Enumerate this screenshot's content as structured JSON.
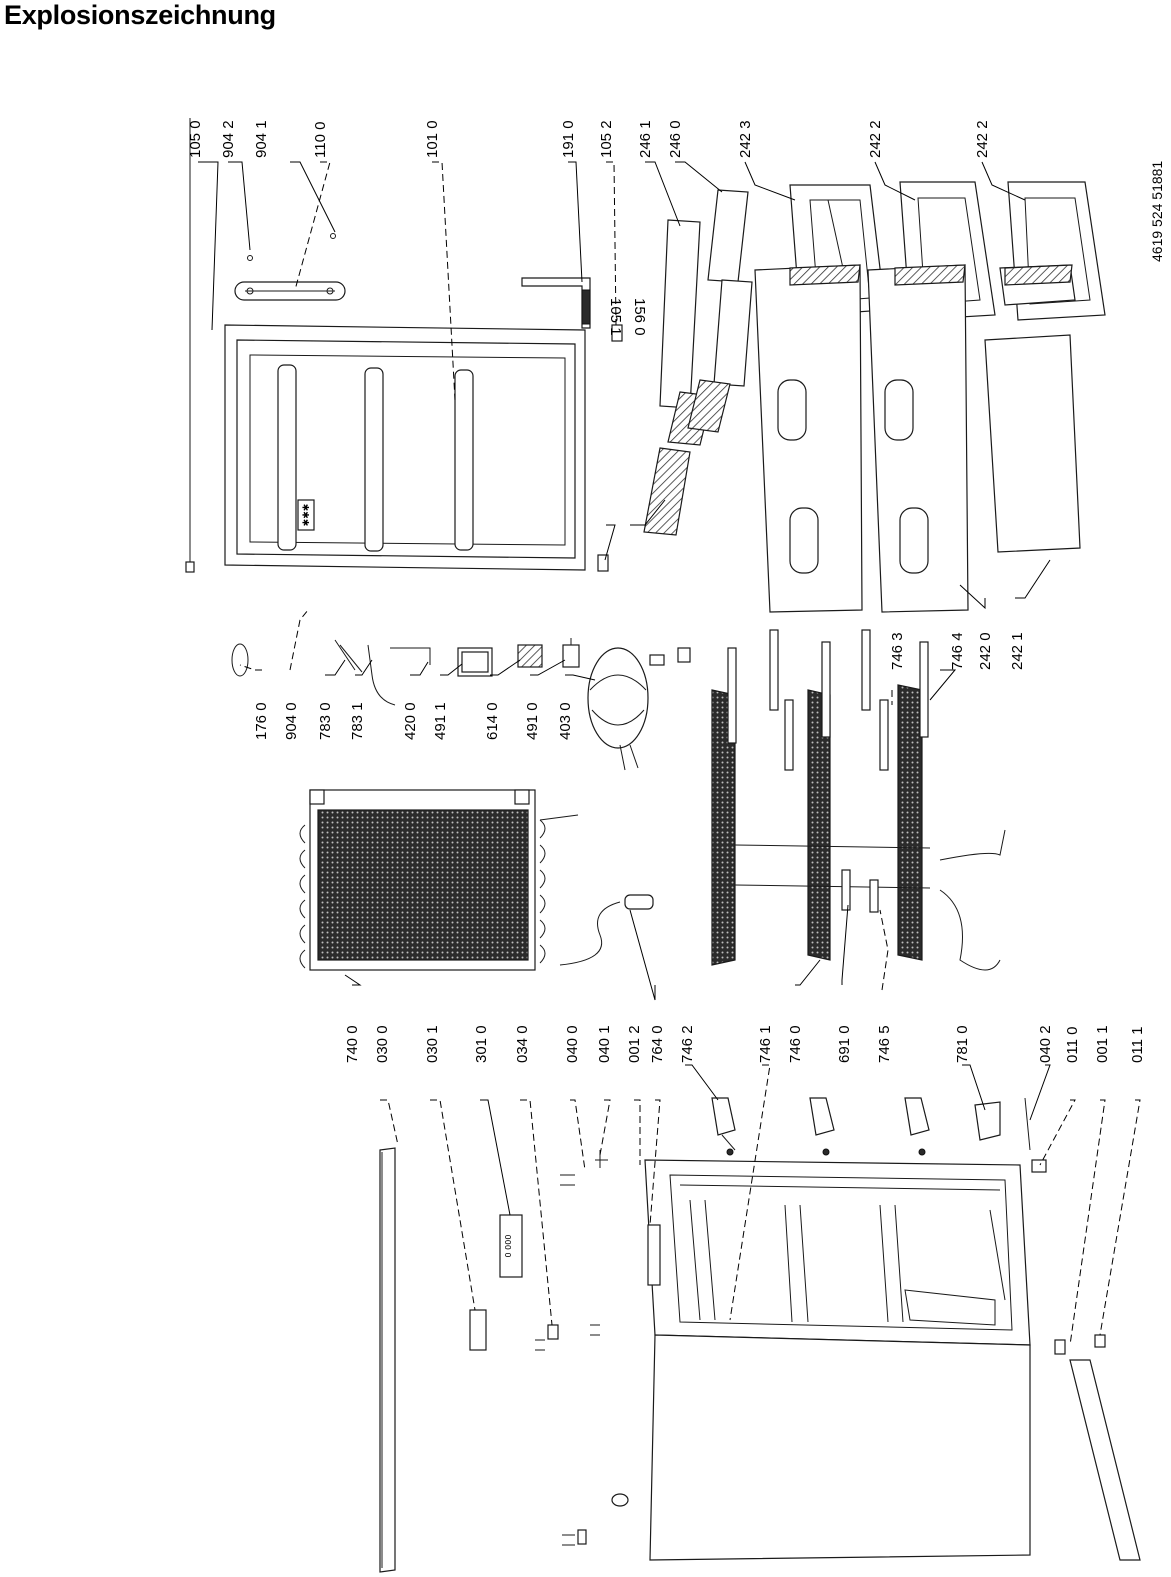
{
  "title": "Explosionszeichnung",
  "document_number": "4619 524 51881",
  "part_labels": [
    "105 0",
    "904 2",
    "904 1",
    "110 0",
    "101 0",
    "191 0",
    "105 2",
    "246 1",
    "246 0",
    "242 3",
    "242 2",
    "242 2",
    "105 1",
    "156 0",
    "176 0",
    "904 0",
    "783 0",
    "783 1",
    "420 0",
    "491 1",
    "614 0",
    "491 0",
    "403 0",
    "746 3",
    "746 4",
    "242 0",
    "242 1",
    "740 0",
    "030 0",
    "030 1",
    "301 0",
    "034 0",
    "040 0",
    "040 1",
    "001 2",
    "764 0",
    "746 2",
    "746 1",
    "746 0",
    "691 0",
    "746 5",
    "781 0",
    "040 2",
    "011 0",
    "001 1",
    "011 1"
  ]
}
